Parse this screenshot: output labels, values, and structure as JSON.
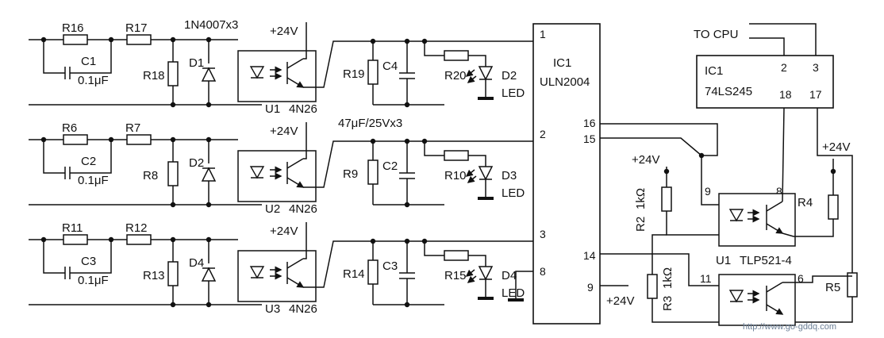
{
  "colors": {
    "ink": "#111111",
    "background": "#ffffff",
    "watermark": "#6b7f96"
  },
  "rows": [
    {
      "r_a": "R16",
      "r_b": "R17",
      "cap": "C1",
      "cap_value": "0.1μF",
      "r_shunt": "R18",
      "diode": "D1",
      "diode_note": "1N4007x3",
      "supply": "+24V",
      "opto": "U1",
      "opto_part": "4N26",
      "r_pull": "R19",
      "elec_cap": "C4",
      "cap_note": "",
      "r_led": "R20",
      "led_ref": "D2",
      "led_text": "LED",
      "ic_pin": "1"
    },
    {
      "r_a": "R6",
      "r_b": "R7",
      "cap": "C2",
      "cap_value": "0.1μF",
      "r_shunt": "R8",
      "diode": "D2",
      "diode_note": "",
      "supply": "+24V",
      "opto": "U2",
      "opto_part": "4N26",
      "r_pull": "R9",
      "elec_cap": "C2",
      "cap_note": "47μF/25Vx3",
      "r_led": "R10",
      "led_ref": "D3",
      "led_text": "LED",
      "ic_pin": "2"
    },
    {
      "r_a": "R11",
      "r_b": "R12",
      "cap": "C3",
      "cap_value": "0.1μF",
      "r_shunt": "R13",
      "diode": "D4",
      "diode_note": "",
      "supply": "+24V",
      "opto": "U3",
      "opto_part": "4N26",
      "r_pull": "R14",
      "elec_cap": "C3",
      "cap_note": "",
      "r_led": "R15",
      "led_ref": "D4",
      "led_text": "LED",
      "ic_pin": "3"
    }
  ],
  "ic1": {
    "name": "IC1",
    "part": "ULN2004",
    "pins": {
      "p16": "16",
      "p15": "15",
      "p14": "14",
      "p8": "8",
      "p9": "9"
    },
    "pin9_supply": "+24V"
  },
  "ic_buf": {
    "name": "IC1",
    "part": "74LS245",
    "pin2": "2",
    "pin3": "3",
    "pin18": "18",
    "pin17": "17"
  },
  "cpu_label": "TO CPU",
  "right": {
    "supply_left": "+24V",
    "supply_right": "+24V",
    "r2": "R2",
    "r2_value": "1kΩ",
    "r3": "R3",
    "r3_value": "1kΩ",
    "r4": "R4",
    "r5": "R5",
    "opto": "U1",
    "opto_part": "TLP521-4",
    "pin9": "9",
    "pin8": "8",
    "pin11": "11",
    "pin6": "6"
  },
  "watermark": "http://www.go-gddq.com"
}
